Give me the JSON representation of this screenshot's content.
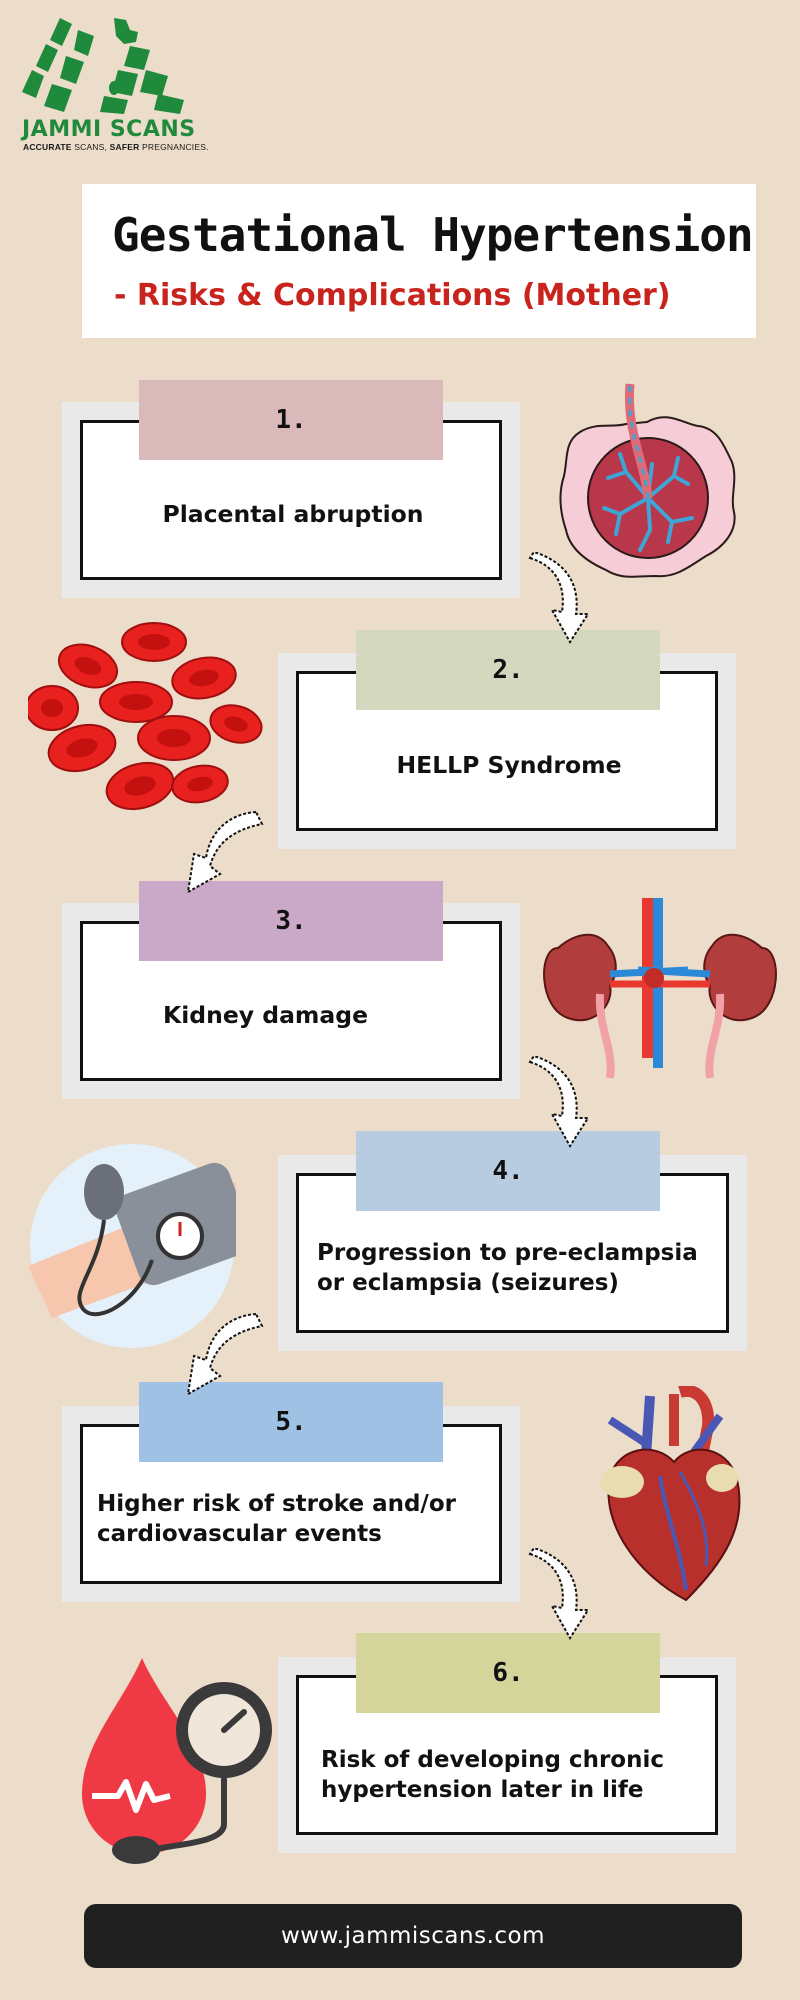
{
  "brand": {
    "name": "JAMMI SCANS",
    "tagline_bold": "ACCURATE",
    "tagline_mid": " SCANS, ",
    "tagline_bold2": "SAFER",
    "tagline_end": " PREGNANCIES.",
    "color": "#1f8a3c"
  },
  "title": {
    "main": "Gestational Hypertension",
    "sub": "- Risks & Complications (Mother)"
  },
  "items": [
    {
      "number": "1.",
      "text": "Placental abruption",
      "tab_color": "#d9b9b9"
    },
    {
      "number": "2.",
      "text": "HELLP Syndrome",
      "tab_color": "#d3d8be"
    },
    {
      "number": "3.",
      "text": "Kidney damage",
      "tab_color": "#c9a8c8"
    },
    {
      "number": "4.",
      "text": "Progression to pre-eclampsia or eclampsia (seizures)",
      "tab_color": "#b7cbe1"
    },
    {
      "number": "5.",
      "text": "Higher risk of stroke and/or cardiovascular events",
      "tab_color": "#9fc1e4"
    },
    {
      "number": "6.",
      "text": "Risk of developing chronic hypertension later in life",
      "tab_color": "#d3d59b"
    }
  ],
  "footer": {
    "url": "www.jammiscans.com"
  }
}
